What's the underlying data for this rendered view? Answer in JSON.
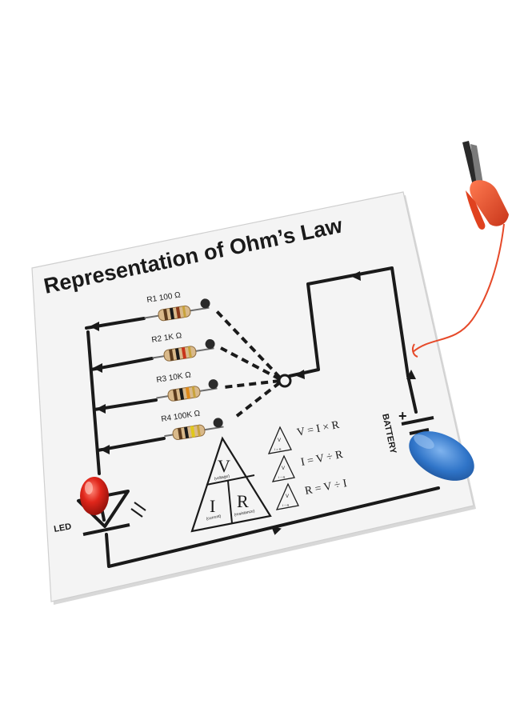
{
  "board": {
    "title": "Representation of Ohm’s Law",
    "resistors": [
      {
        "label": "R1 100 Ω"
      },
      {
        "label": "R2 1K Ω"
      },
      {
        "label": "R3 10K Ω"
      },
      {
        "label": "R4 100K Ω"
      }
    ],
    "led_label": "LED",
    "battery_label": "BATTERY",
    "battery_plus": "+",
    "triangle": {
      "v": "V",
      "i": "I",
      "r": "R",
      "v_sub": "(voltage)",
      "i_sub": "(current)",
      "r_sub": "(resistance)"
    },
    "formulas": [
      {
        "text": "V = I × R",
        "icon_top": "V",
        "icon_bottom": "I × R"
      },
      {
        "text": "I = V ÷ R",
        "icon_top": "V",
        "icon_bottom": "I ÷ R"
      },
      {
        "text": "R = V ÷ I",
        "icon_top": "V",
        "icon_bottom": "I ÷ R"
      }
    ]
  },
  "colors": {
    "board": "#f4f4f4",
    "ink": "#1a1a1a",
    "led_red": "#e0261b",
    "clip_red": "#ea4a23",
    "clip_blue": "#2f74c8",
    "wire_red": "#e64a2a"
  }
}
